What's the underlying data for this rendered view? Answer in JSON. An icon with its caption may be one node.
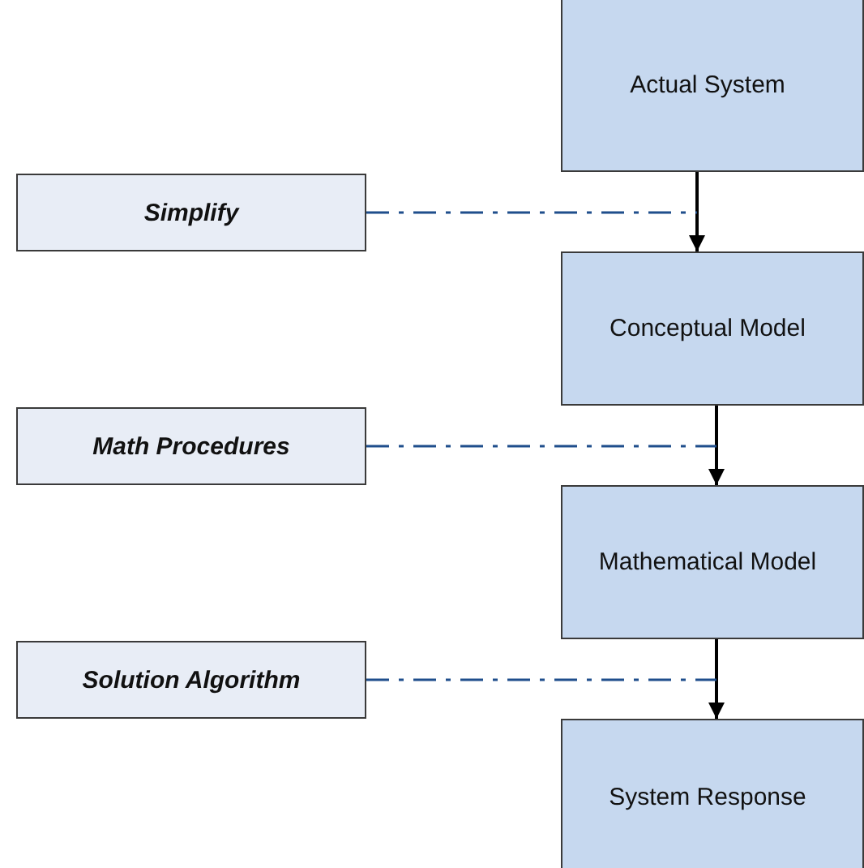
{
  "diagram": {
    "nodes": [
      {
        "text": [
          "Actual System"
        ]
      },
      {
        "text": [
          "Simplify"
        ]
      },
      {
        "text": [
          "Conceptual Model"
        ]
      },
      {
        "text": [
          "Math Procedures"
        ]
      },
      {
        "text": [
          "Mathematical Model"
        ]
      },
      {
        "text": [
          "Solution Algorithm"
        ]
      },
      {
        "text": [
          "System Response"
        ]
      }
    ],
    "edges": [
      {
        "from": 0,
        "to": 2,
        "arrow": "to"
      },
      {
        "from": 2,
        "to": 4,
        "arrow": "to"
      },
      {
        "from": 4,
        "to": 6,
        "arrow": "to"
      },
      {
        "from": 1,
        "to": null,
        "arrow": "none",
        "style": "dashed",
        "color": "#1f4e8c"
      },
      {
        "from": 3,
        "to": null,
        "arrow": "none",
        "style": "dashed",
        "color": "#1f4e8c"
      },
      {
        "from": 5,
        "to": null,
        "arrow": "none",
        "style": "dashed",
        "color": "#1f4e8c"
      }
    ]
  }
}
